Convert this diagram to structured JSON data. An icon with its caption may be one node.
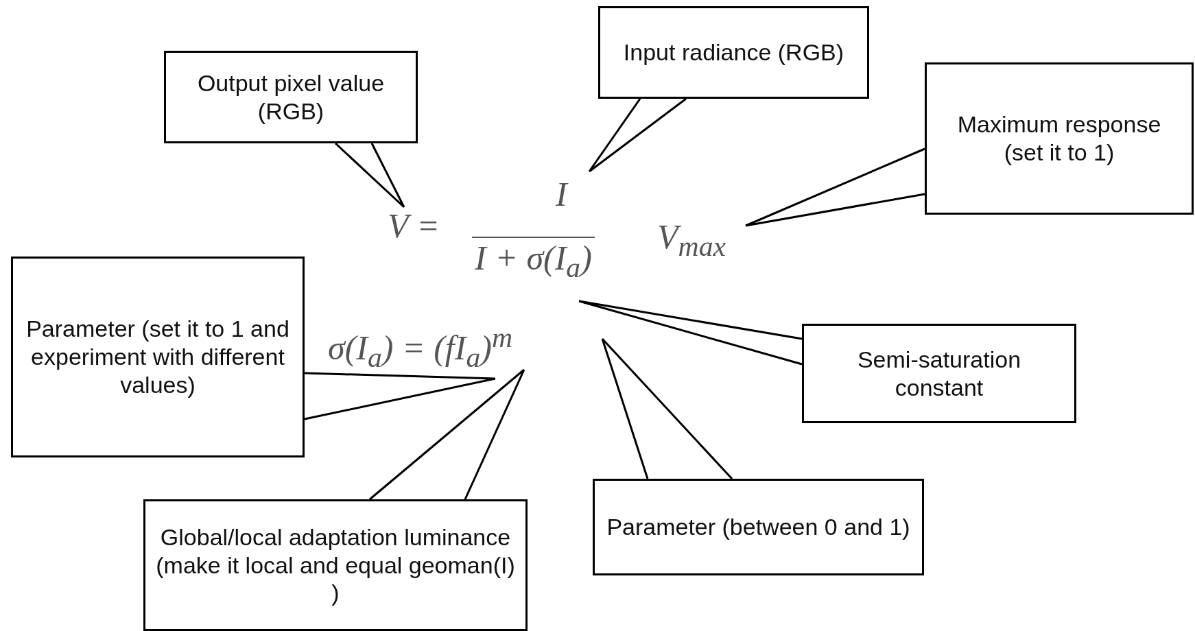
{
  "diagram": {
    "nodes": [
      {
        "text": [
          "Input radiance (RGB)"
        ]
      },
      {
        "text": [
          "Output pixel value (RGB)"
        ]
      },
      {
        "text": [
          "Maximum response (set it to 1)"
        ]
      },
      {
        "text": [
          "Parameter (set it to 1 and experiment with different values)"
        ]
      },
      {
        "text": [
          "Semi-saturation constant"
        ]
      },
      {
        "text": [
          "Parameter (between 0 and 1)"
        ]
      },
      {
        "text": [
          "Global/local adaptation luminance (make it local and equal geoman(I) )"
        ]
      }
    ],
    "edges": [
      {
        "from": 0,
        "to": null,
        "arrow": "none"
      },
      {
        "from": 1,
        "to": null,
        "arrow": "none"
      },
      {
        "from": 2,
        "to": null,
        "arrow": "none"
      },
      {
        "from": 3,
        "to": null,
        "arrow": "none"
      },
      {
        "from": 4,
        "to": null,
        "arrow": "none"
      },
      {
        "from": 5,
        "to": null,
        "arrow": "none"
      },
      {
        "from": 6,
        "to": null,
        "arrow": "none"
      }
    ],
    "labels": [
      "V =",
      "I",
      "I + σ(I$_{a}$)",
      "V$_{max}$",
      "σ(I$_{a}$) = (fI$_{a}$)$^{m}$"
    ]
  }
}
